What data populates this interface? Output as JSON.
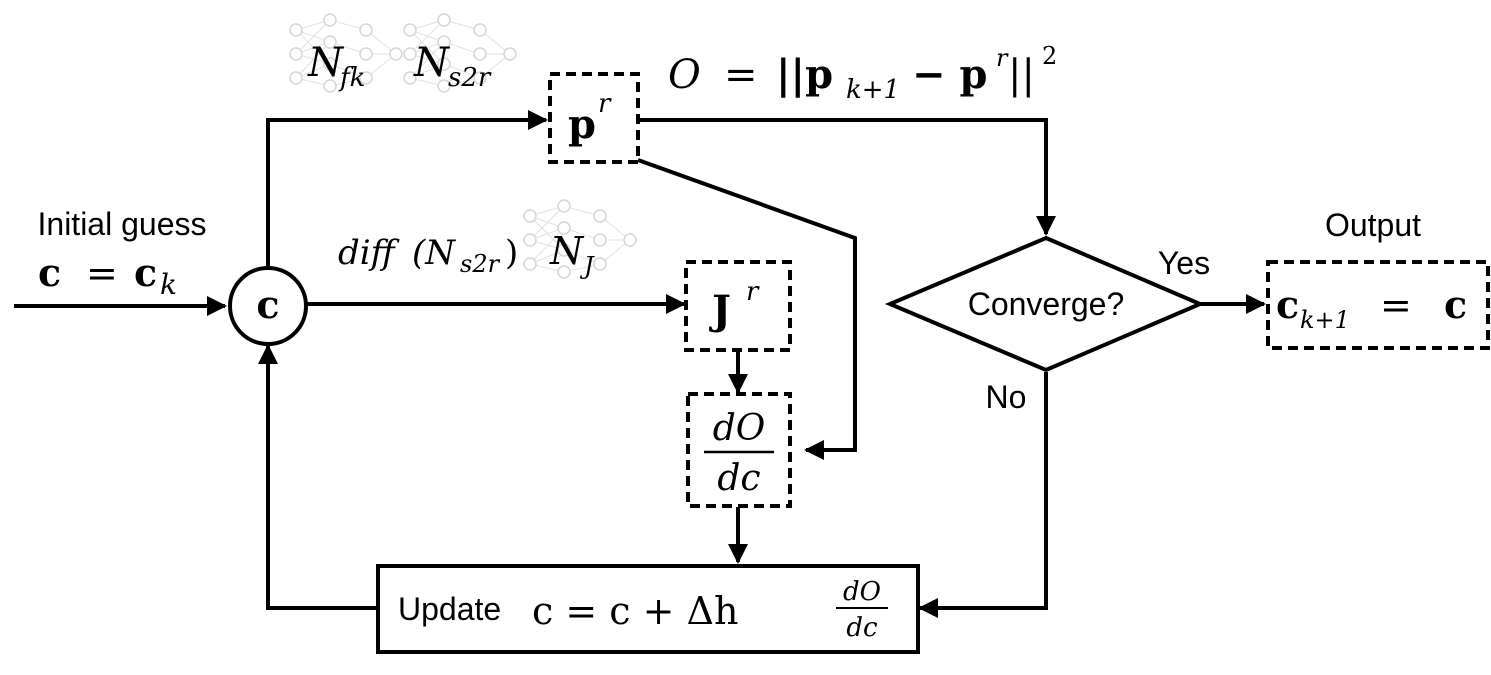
{
  "labels": {
    "initial_guess": "Initial guess",
    "initial_eq_lhs": "c",
    "initial_eq_eq": "=",
    "initial_eq_rhs": "c",
    "initial_eq_sub": "k",
    "node_c": "c",
    "nn_top_1": "N",
    "nn_top_1_sub": "fk",
    "nn_top_2": "N",
    "nn_top_2_sub": "s2r",
    "nn_mid_diff": "diff",
    "nn_mid_arg": "(N",
    "nn_mid_arg_sub": "s2r",
    "nn_mid_close": ")",
    "nn_mid_2": "N",
    "nn_mid_2_sub": "J",
    "pr": "p",
    "pr_sup": "r",
    "objective_lhs": "O",
    "objective_eq": "=",
    "objective_open": "||p",
    "objective_sub": "k+1",
    "objective_minus": "− p",
    "objective_sup_r": "r",
    "objective_close": "||",
    "objective_sup_2": "2",
    "jr": "J",
    "jr_sup": "r",
    "grad_num": "dO",
    "grad_den": "dc",
    "converge": "Converge?",
    "yes": "Yes",
    "no": "No",
    "output": "Output",
    "output_lhs": "c",
    "output_sub": "k+1",
    "output_eq": "=",
    "output_rhs": "c",
    "update_word": "Update",
    "update_eq": "c = c + Δh",
    "update_frac_num": "dO",
    "update_frac_den": "dc"
  }
}
